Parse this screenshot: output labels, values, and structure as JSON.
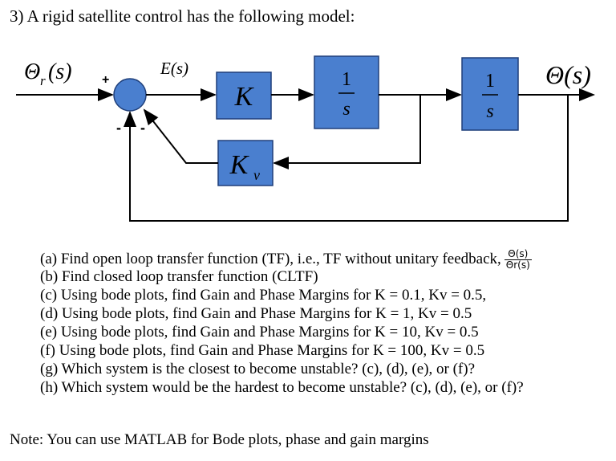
{
  "title": "3) A rigid satellite control has the following model:",
  "diagram": {
    "input_label": "Θ",
    "input_sub": "r",
    "input_arg": "(s)",
    "error_label": "E(s)",
    "output_label": "Θ(s)",
    "plus_sign": "+",
    "minus_sign_1": "-",
    "minus_sign_2": "-",
    "block_k": "K",
    "block_kv": "K",
    "block_kv_sub": "v",
    "integrator_num": "1",
    "integrator_den": "s",
    "colors": {
      "block_fill": "#4a7fcf",
      "block_stroke": "#1f3f7a",
      "sum_fill": "#4a7fcf"
    }
  },
  "questions": {
    "a": "(a) Find open loop transfer function (TF), i.e., TF without unitary feedback,",
    "a_frac_num": "Θ(s)",
    "a_frac_den": "Θr(s)",
    "b": "(b) Find closed loop transfer function (CLTF)",
    "c": "(c) Using bode plots, find Gain and Phase Margins for K = 0.1, Kv = 0.5,",
    "d": "(d) Using bode plots, find Gain and Phase Margins for K = 1, Kv = 0.5",
    "e": "(e) Using bode plots, find Gain and Phase Margins for K = 10, Kv = 0.5",
    "f": "(f) Using bode plots, find Gain and Phase Margins for K = 100, Kv = 0.5",
    "g": "(g) Which system is the closest to become unstable? (c), (d), (e), or (f)?",
    "h": "(h) Which system would be the hardest to become unstable? (c), (d), (e), or (f)?"
  },
  "note": "Note: You can use MATLAB for Bode plots, phase and gain margins"
}
